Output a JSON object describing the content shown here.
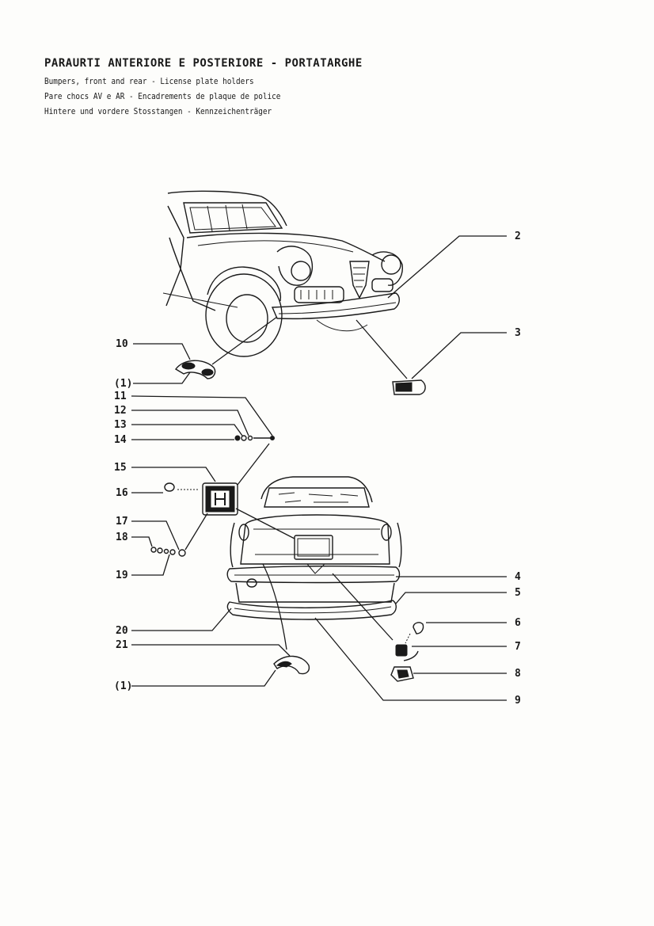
{
  "header": {
    "title": "PARAURTI ANTERIORE E POSTERIORE - PORTATARGHE",
    "subtitles": [
      "Bumpers, front and rear - License plate holders",
      "Pare chocs AV e AR - Encadrements de plaque de police",
      "Hintere und vordere Stosstangen - Kennzeichenträger"
    ]
  },
  "callouts": {
    "c1a": "(1)",
    "c1b": "(1)",
    "c2": "2",
    "c3": "3",
    "c4": "4",
    "c5": "5",
    "c6": "6",
    "c7": "7",
    "c8": "8",
    "c9": "9",
    "c10": "10",
    "c11": "11",
    "c12": "12",
    "c13": "13",
    "c14": "14",
    "c15": "15",
    "c16": "16",
    "c17": "17",
    "c18": "18",
    "c19": "19",
    "c20": "20",
    "c21": "21"
  }
}
